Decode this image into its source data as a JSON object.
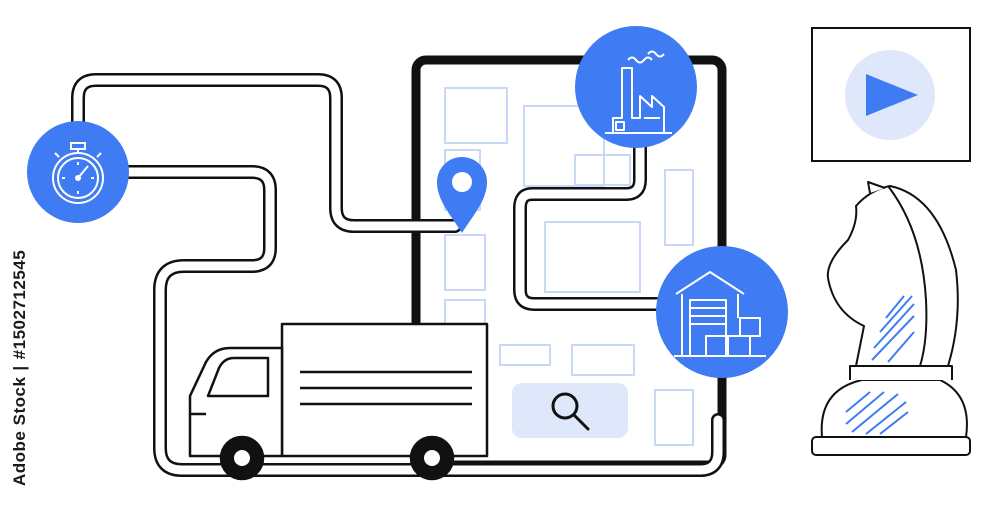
{
  "watermark": {
    "brand": "Adobe Stock",
    "separator": "|",
    "id": "#1502712545"
  },
  "icons": {
    "stopwatch": "stopwatch-icon",
    "map_pin": "map-pin-icon",
    "factory": "factory-icon",
    "warehouse": "warehouse-icon",
    "search": "search-icon",
    "play": "play-icon",
    "truck": "delivery-truck",
    "chess_knight": "chess-knight-icon"
  },
  "colors": {
    "accent": "#3f7cf4",
    "accent_light": "#dfe8fb",
    "outline": "#111111",
    "map_block": "#c9d8f6"
  }
}
